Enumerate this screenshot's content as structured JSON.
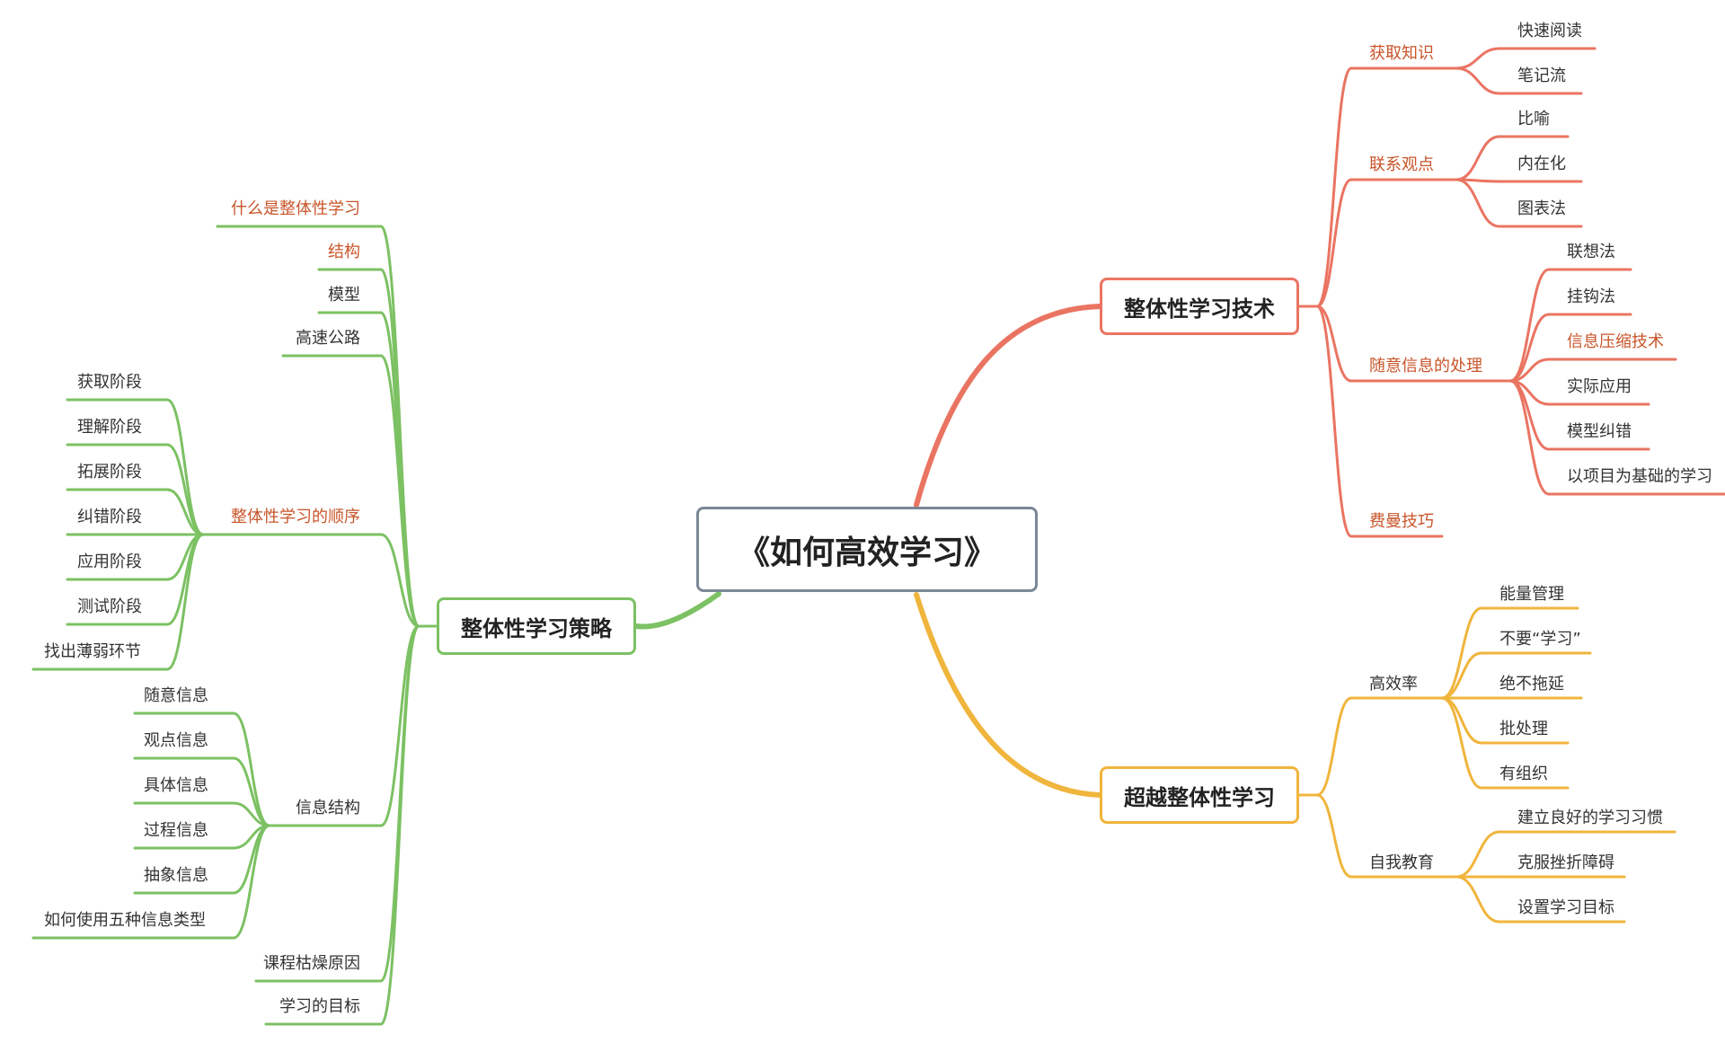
{
  "root": {
    "label": "《如何高效学习》"
  },
  "colors": {
    "green": "#7cc163",
    "red": "#ea7462",
    "yellow": "#f0b53c",
    "root_border": "#7c8797",
    "orange_text": "#c8552a"
  },
  "left_branch": {
    "label": "整体性学习策略",
    "items": [
      {
        "label": "什么是整体性学习"
      },
      {
        "label": "结构"
      },
      {
        "label": "模型"
      },
      {
        "label": "高速公路"
      },
      {
        "label": "整体性学习的顺序",
        "children": [
          {
            "label": "获取阶段"
          },
          {
            "label": "理解阶段"
          },
          {
            "label": "拓展阶段"
          },
          {
            "label": "纠错阶段"
          },
          {
            "label": "应用阶段"
          },
          {
            "label": "测试阶段"
          },
          {
            "label": "找出薄弱环节"
          }
        ]
      },
      {
        "label": "信息结构",
        "children": [
          {
            "label": "随意信息"
          },
          {
            "label": "观点信息"
          },
          {
            "label": "具体信息"
          },
          {
            "label": "过程信息"
          },
          {
            "label": "抽象信息"
          },
          {
            "label": "如何使用五种信息类型"
          }
        ]
      },
      {
        "label": "课程枯燥原因"
      },
      {
        "label": "学习的目标"
      }
    ]
  },
  "right_top_branch": {
    "label": "整体性学习技术",
    "items": [
      {
        "label": "获取知识",
        "children": [
          {
            "label": "快速阅读"
          },
          {
            "label": "笔记流"
          }
        ]
      },
      {
        "label": "联系观点",
        "children": [
          {
            "label": "比喻"
          },
          {
            "label": "内在化"
          },
          {
            "label": "图表法"
          }
        ]
      },
      {
        "label": "随意信息的处理",
        "children": [
          {
            "label": "联想法"
          },
          {
            "label": "挂钩法"
          },
          {
            "label": "信息压缩技术"
          },
          {
            "label": "实际应用"
          },
          {
            "label": "模型纠错"
          },
          {
            "label": "以项目为基础的学习"
          }
        ]
      },
      {
        "label": "费曼技巧"
      }
    ]
  },
  "right_bottom_branch": {
    "label": "超越整体性学习",
    "items": [
      {
        "label": "高效率",
        "children": [
          {
            "label": "能量管理"
          },
          {
            "label": "不要“学习”"
          },
          {
            "label": "绝不拖延"
          },
          {
            "label": "批处理"
          },
          {
            "label": "有组织"
          }
        ]
      },
      {
        "label": "自我教育",
        "children": [
          {
            "label": "建立良好的学习习惯"
          },
          {
            "label": "克服挫折障碍"
          },
          {
            "label": "设置学习目标"
          }
        ]
      }
    ]
  }
}
